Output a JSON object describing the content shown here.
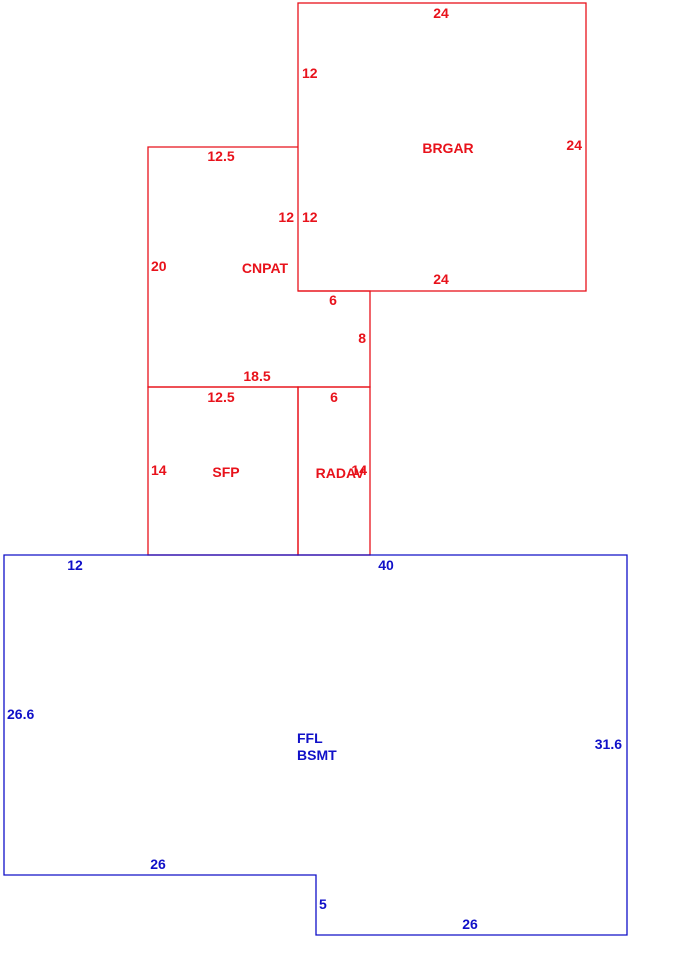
{
  "colors": {
    "addition": "#e8121b",
    "main": "#1010c8",
    "background": "#ffffff"
  },
  "areas": {
    "brgar": {
      "name": "BRGAR",
      "top": "24",
      "bottom": "24",
      "left": "12",
      "left_lower": "12",
      "right": "24"
    },
    "cnpat": {
      "name": "CNPAT",
      "top": "12.5",
      "left": "20",
      "right": "12",
      "step_top": "6",
      "step_side": "8",
      "bottom": "18.5"
    },
    "sfp": {
      "name": "SFP",
      "top": "12.5",
      "left": "14"
    },
    "radav": {
      "name": "RADAV",
      "top": "6",
      "right": "14"
    },
    "main": {
      "name_line1": "FFL",
      "name_line2": "BSMT",
      "top_left": "12",
      "top_right": "40",
      "left": "26.6",
      "right": "31.6",
      "bottom_left": "26",
      "step": "5",
      "bottom_right": "26"
    }
  }
}
